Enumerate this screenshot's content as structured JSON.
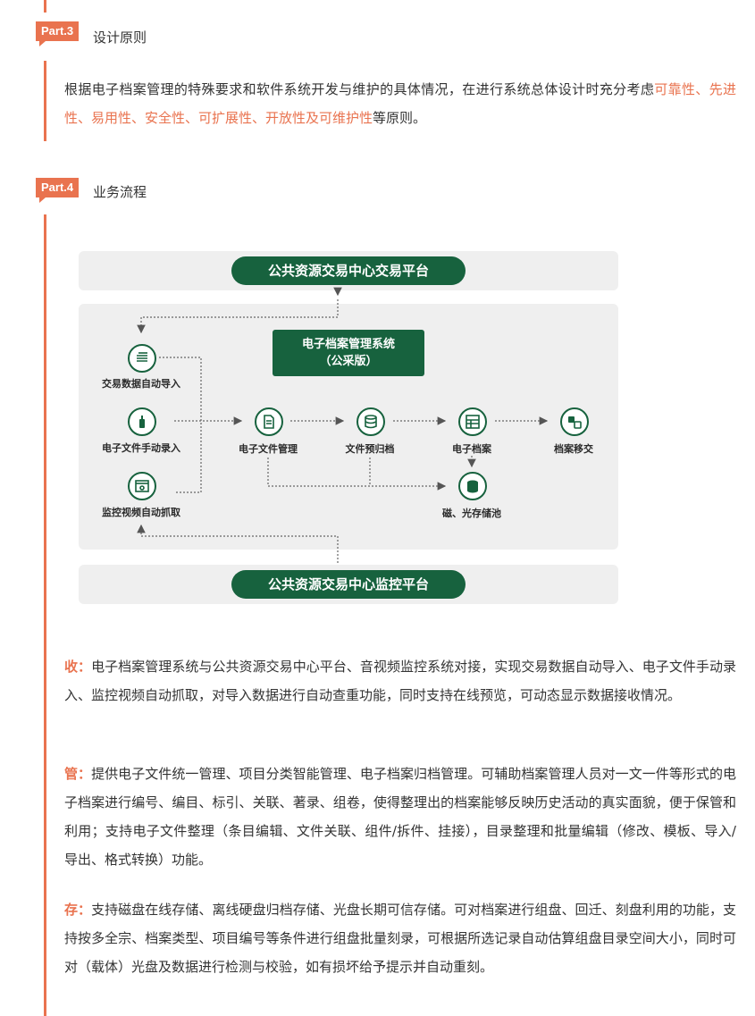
{
  "part3": {
    "tag": "Part.3",
    "title": "设计原则",
    "para_pre": "根据电子档案管理的特殊要求和软件系统开发与维护的具体情况，在进行系统总体设计时充分考虑",
    "para_hl": "可靠性、先进性、易用性、安全性、可扩展性、开放性及可维护性",
    "para_post": "等原则。"
  },
  "part4": {
    "tag": "Part.4",
    "title": "业务流程"
  },
  "diagram": {
    "top_platform": "公共资源交易中心交易平台",
    "bottom_platform": "公共资源交易中心监控平台",
    "system_line1": "电子档案管理系统",
    "system_line2": "（公采版）",
    "inputs": [
      {
        "label": "交易数据自动导入",
        "icon": "document-stack-icon"
      },
      {
        "label": "电子文件手动录入",
        "icon": "hand-input-icon"
      },
      {
        "label": "监控视频自动抓取",
        "icon": "video-window-icon"
      }
    ],
    "stages": [
      {
        "label": "电子文件管理",
        "icon": "file-icon"
      },
      {
        "label": "文件预归档",
        "icon": "database-icon"
      },
      {
        "label": "电子档案",
        "icon": "archive-grid-icon"
      },
      {
        "label": "档案移交",
        "icon": "transfer-icon"
      }
    ],
    "storage": {
      "label": "磁、光存储池",
      "icon": "storage-pool-icon"
    }
  },
  "sections": [
    {
      "lead": "收：",
      "text": "电子档案管理系统与公共资源交易中心平台、音视频监控系统对接，实现交易数据自动导入、电子文件手动录入、监控视频自动抓取，对导入数据进行自动查重功能，同时支持在线预览，可动态显示数据接收情况。"
    },
    {
      "lead": "管：",
      "text": "提供电子文件统一管理、项目分类智能管理、电子档案归档管理。可辅助档案管理人员对一文一件等形式的电子档案进行编号、编目、标引、关联、著录、组卷，使得整理出的档案能够反映历史活动的真实面貌，便于保管和利用；支持电子文件整理（条目编辑、文件关联、组件/拆件、挂接），目录整理和批量编辑（修改、模板、导入/导出、格式转换）功能。"
    },
    {
      "lead": "存：",
      "text": "支持磁盘在线存储、离线硬盘归档存储、光盘长期可信存储。可对档案进行组盘、回迁、刻盘利用的功能，支持按多全宗、档案类型、项目编号等条件进行组盘批量刻录，可根据所选记录自动估算组盘目录空间大小，同时可对（载体）光盘及数据进行检测与校验，如有损坏给予提示并自动重刻。"
    }
  ],
  "colors": {
    "accent": "#e9734f",
    "brand_green": "#17623e",
    "panel": "#efefef"
  }
}
